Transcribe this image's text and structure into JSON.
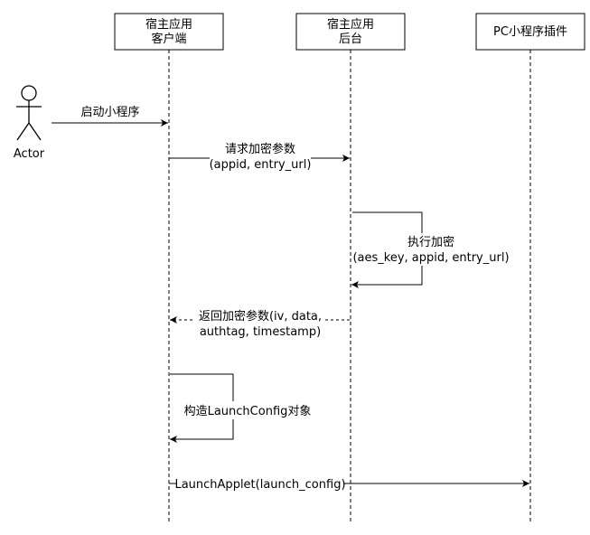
{
  "actor": {
    "label": "Actor"
  },
  "participants": [
    {
      "line1": "宿主应用",
      "line2": "客户端"
    },
    {
      "line1": "宿主应用",
      "line2": "后台"
    },
    {
      "line1": "PC小程序插件",
      "line2": ""
    }
  ],
  "messages": [
    {
      "line1": "启动小程序",
      "line2": ""
    },
    {
      "line1": "请求加密参数",
      "line2": "(appid, entry_url)"
    },
    {
      "line1": "执行加密",
      "line2": "(aes_key, appid, entry_url)"
    },
    {
      "line1": "返回加密参数(iv, data,",
      "line2": "authtag, timestamp)"
    },
    {
      "line1": "构造LaunchConfig对象",
      "line2": ""
    },
    {
      "line1": "LaunchApplet(launch_config)",
      "line2": ""
    }
  ]
}
